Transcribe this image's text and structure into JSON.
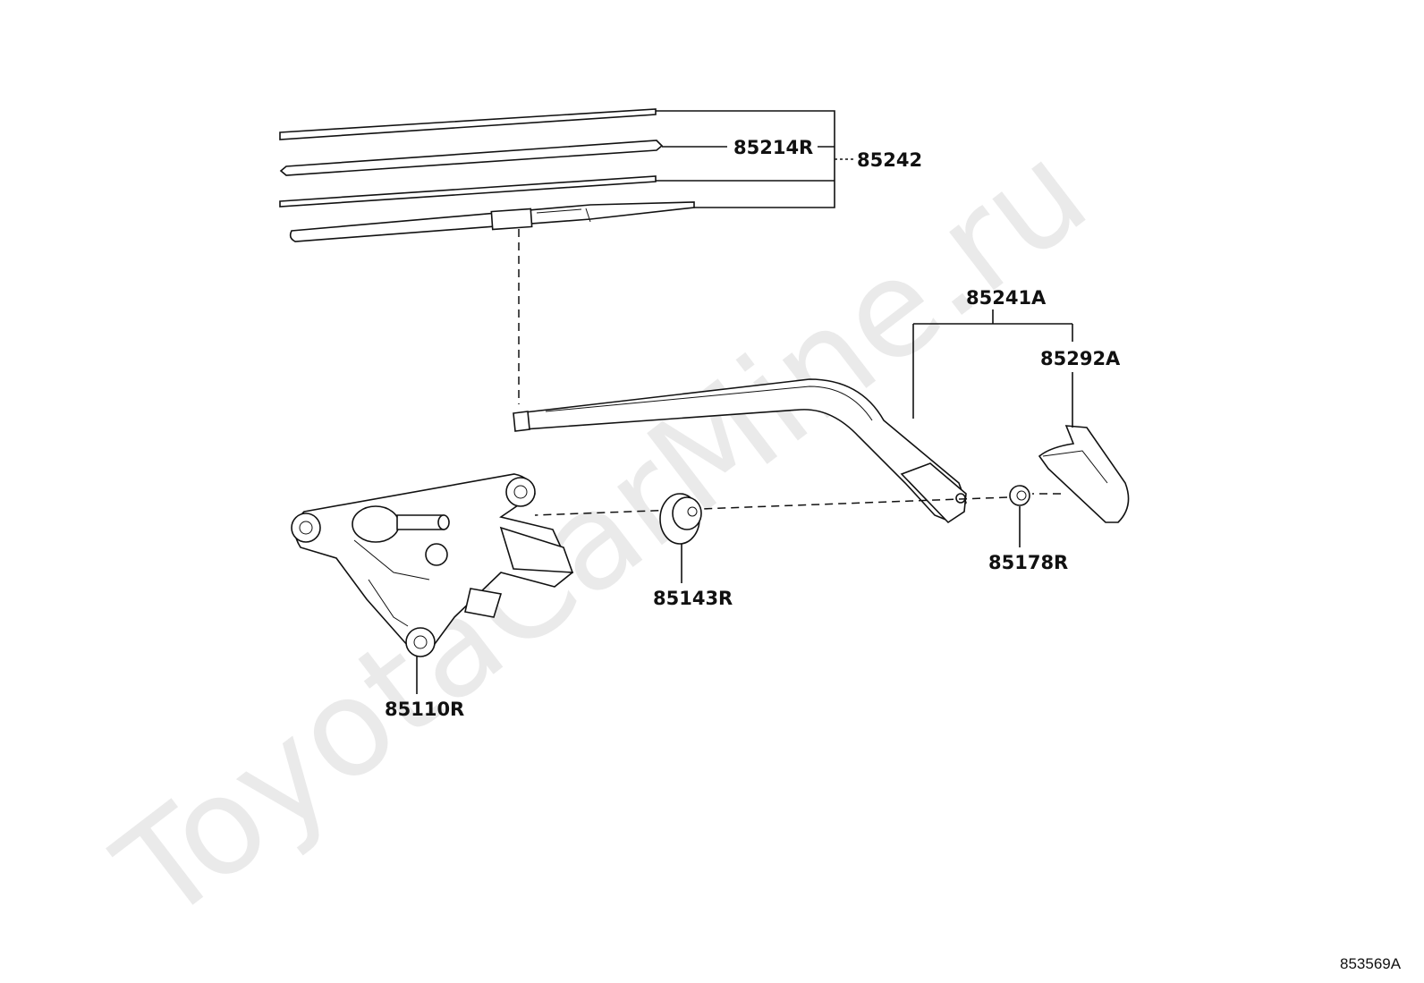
{
  "watermark": "ToyotaCarMine.ru",
  "diagram_id": "853569A",
  "parts": {
    "blade_assembly": "85242",
    "blade_rubber": "85214R",
    "arm_assembly": "85241A",
    "arm_cover": "85292A",
    "pivot_nut": "85178R",
    "grommet": "85143R",
    "motor_assembly": "85110R"
  }
}
